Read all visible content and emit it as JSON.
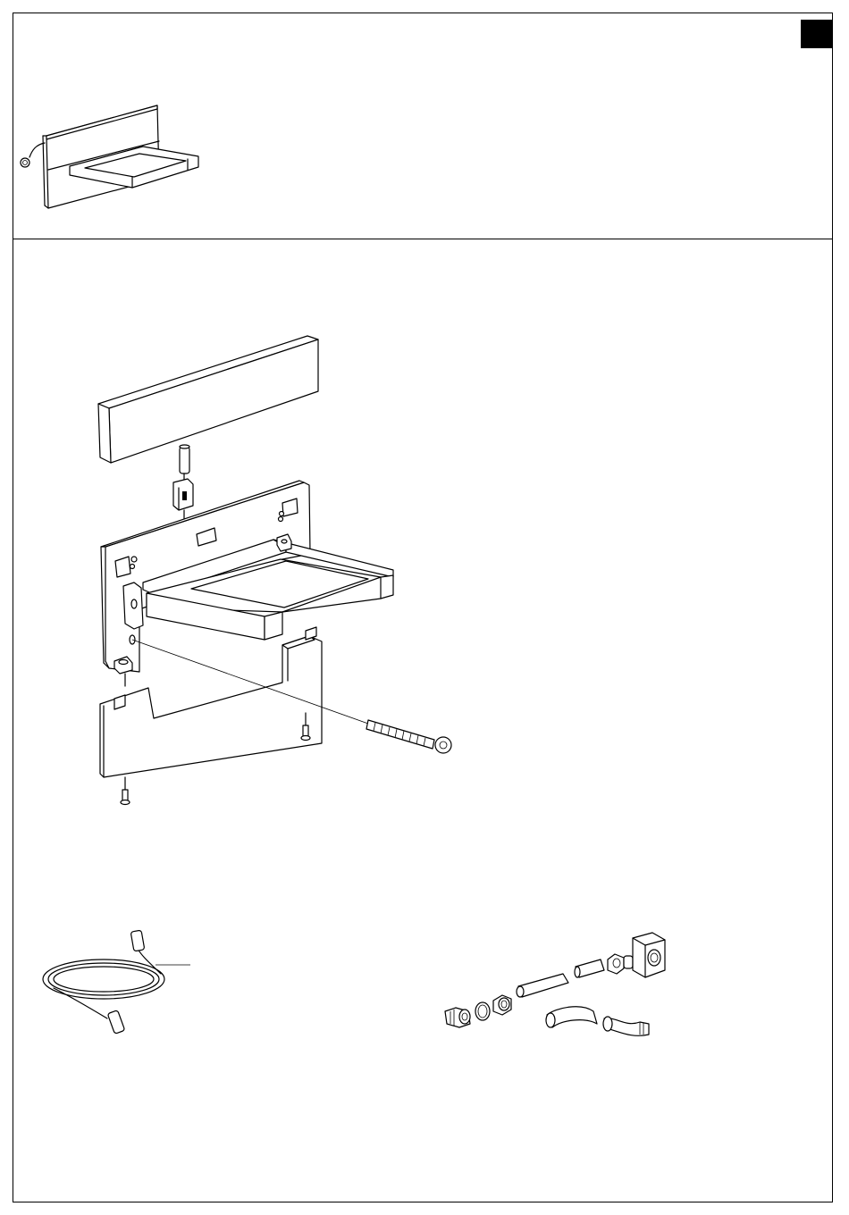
{
  "page": {
    "corner_tab": "",
    "line_color": "#000000",
    "background": "#ffffff"
  },
  "top_panel": {
    "illustration": "wall-mounted-towel-rack-preview"
  },
  "assembly_panel": {
    "illustration": "exploded-wall-mount-assembly",
    "parts": [
      "top-cover-bar",
      "connector-pin",
      "wall-mounting-plate",
      "towel-rack-frame",
      "bottom-cover",
      "long-screw",
      "small-screw-right",
      "small-screw-left"
    ]
  },
  "parts_panel": {
    "cable_callout": "",
    "fittings": [
      "threaded-adapter",
      "o-ring",
      "nut",
      "straight-pipe",
      "pipe-sleeve",
      "compression-nut",
      "square-wall-fitting",
      "elbow-pipe",
      "curved-hose"
    ]
  }
}
